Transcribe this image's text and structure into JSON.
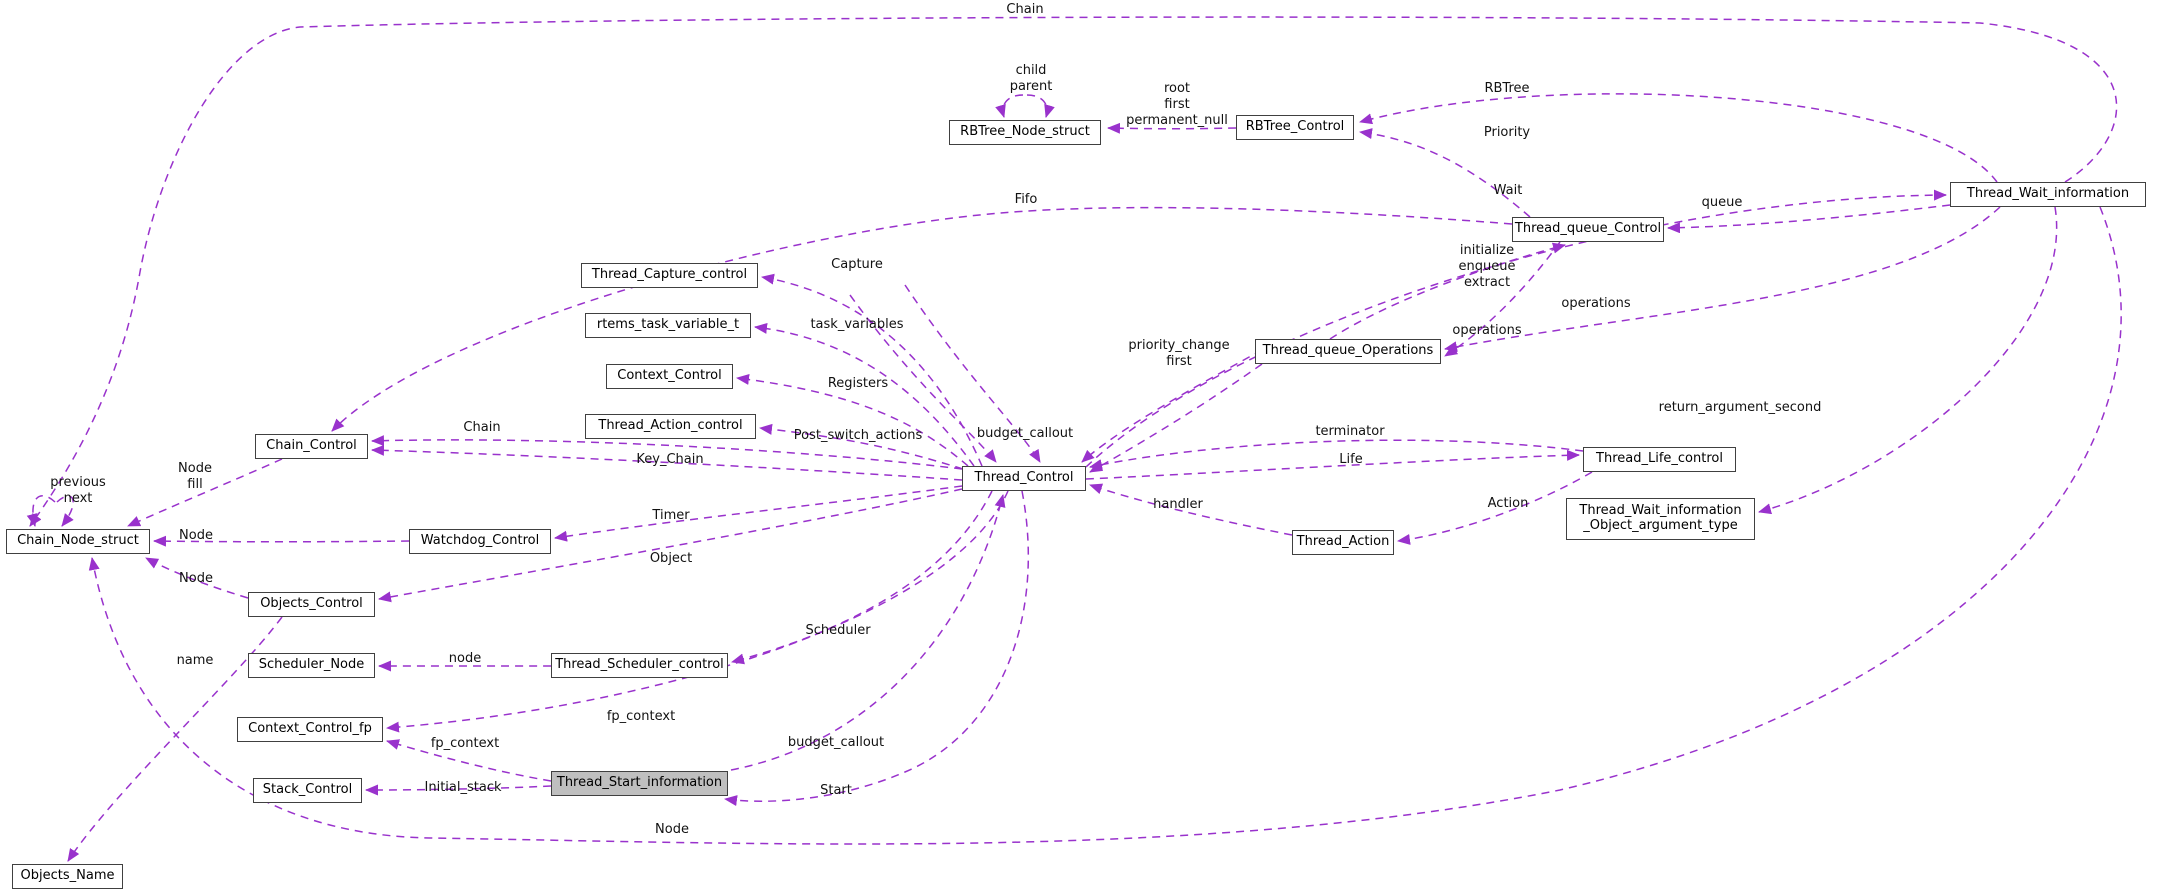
{
  "diagram": {
    "type": "doxygen-collaboration-graph",
    "colors": {
      "edge": "#9932cc",
      "node_border": "#404040",
      "node_bg": "#ffffff",
      "highlight_node_bg": "#bfbfbf",
      "text": "#000000"
    },
    "nodes": {
      "rbtree_node": {
        "label": "RBTree_Node_struct"
      },
      "rbtree_control": {
        "label": "RBTree_Control"
      },
      "twi": {
        "label": "Thread_Wait_information"
      },
      "tq_control": {
        "label": "Thread_queue_Control"
      },
      "tq_ops": {
        "label": "Thread_queue_Operations"
      },
      "capture": {
        "label": "Thread_Capture_control"
      },
      "rtems_tv": {
        "label": "rtems_task_variable_t"
      },
      "context_control": {
        "label": "Context_Control"
      },
      "action_control": {
        "label": "Thread_Action_control"
      },
      "thread_control": {
        "label": "Thread_Control"
      },
      "chain_control": {
        "label": "Chain_Control"
      },
      "chain_node": {
        "label": "Chain_Node_struct"
      },
      "watchdog": {
        "label": "Watchdog_Control"
      },
      "objects_control": {
        "label": "Objects_Control"
      },
      "scheduler_node": {
        "label": "Scheduler_Node"
      },
      "tsc": {
        "label": "Thread_Scheduler_control"
      },
      "ccfp": {
        "label": "Context_Control_fp"
      },
      "stack": {
        "label": "Stack_Control"
      },
      "tsi": {
        "label": "Thread_Start_information"
      },
      "tlc": {
        "label": "Thread_Life_control"
      },
      "twi_oat": {
        "label": "Thread_Wait_information\n_Object_argument_type"
      },
      "thread_action": {
        "label": "Thread_Action"
      },
      "objects_name": {
        "label": "Objects_Name"
      }
    },
    "edge_labels": {
      "chain_top": "Chain",
      "child_parent": "child\nparent",
      "root_first_permanent_null": "root\nfirst\npermanent_null",
      "rbtree": "RBTree",
      "priority": "Priority",
      "wait": "Wait",
      "queue": "queue",
      "fifo": "Fifo",
      "initialize_enqueue_extract": "initialize\nenqueue\nextract",
      "operations_upper": "operations",
      "operations_lower": "operations",
      "priority_change_first": "priority_change\nfirst",
      "terminator": "terminator",
      "life": "Life",
      "handler": "handler",
      "action": "Action",
      "return_argument_second": "return_argument_second",
      "node_bottom": "Node",
      "name": "name",
      "previous_next": "previous\nnext",
      "node_fill": "Node\nfill",
      "node_watchdog": "Node",
      "node_objects": "Node",
      "chain_mid": "Chain",
      "key_chain": "Key_Chain",
      "capture": "Capture",
      "task_variables": "task_variables",
      "registers": "Registers",
      "post_switch_actions": "Post_switch_actions",
      "budget_callout_top": "budget_callout",
      "timer": "Timer",
      "object": "Object",
      "scheduler": "Scheduler",
      "node_scheduler": "node",
      "fp_context_upper": "fp_context",
      "fp_context_lower": "fp_context",
      "initial_stack": "Initial_stack",
      "budget_callout_bottom": "budget_callout",
      "start": "Start"
    }
  }
}
